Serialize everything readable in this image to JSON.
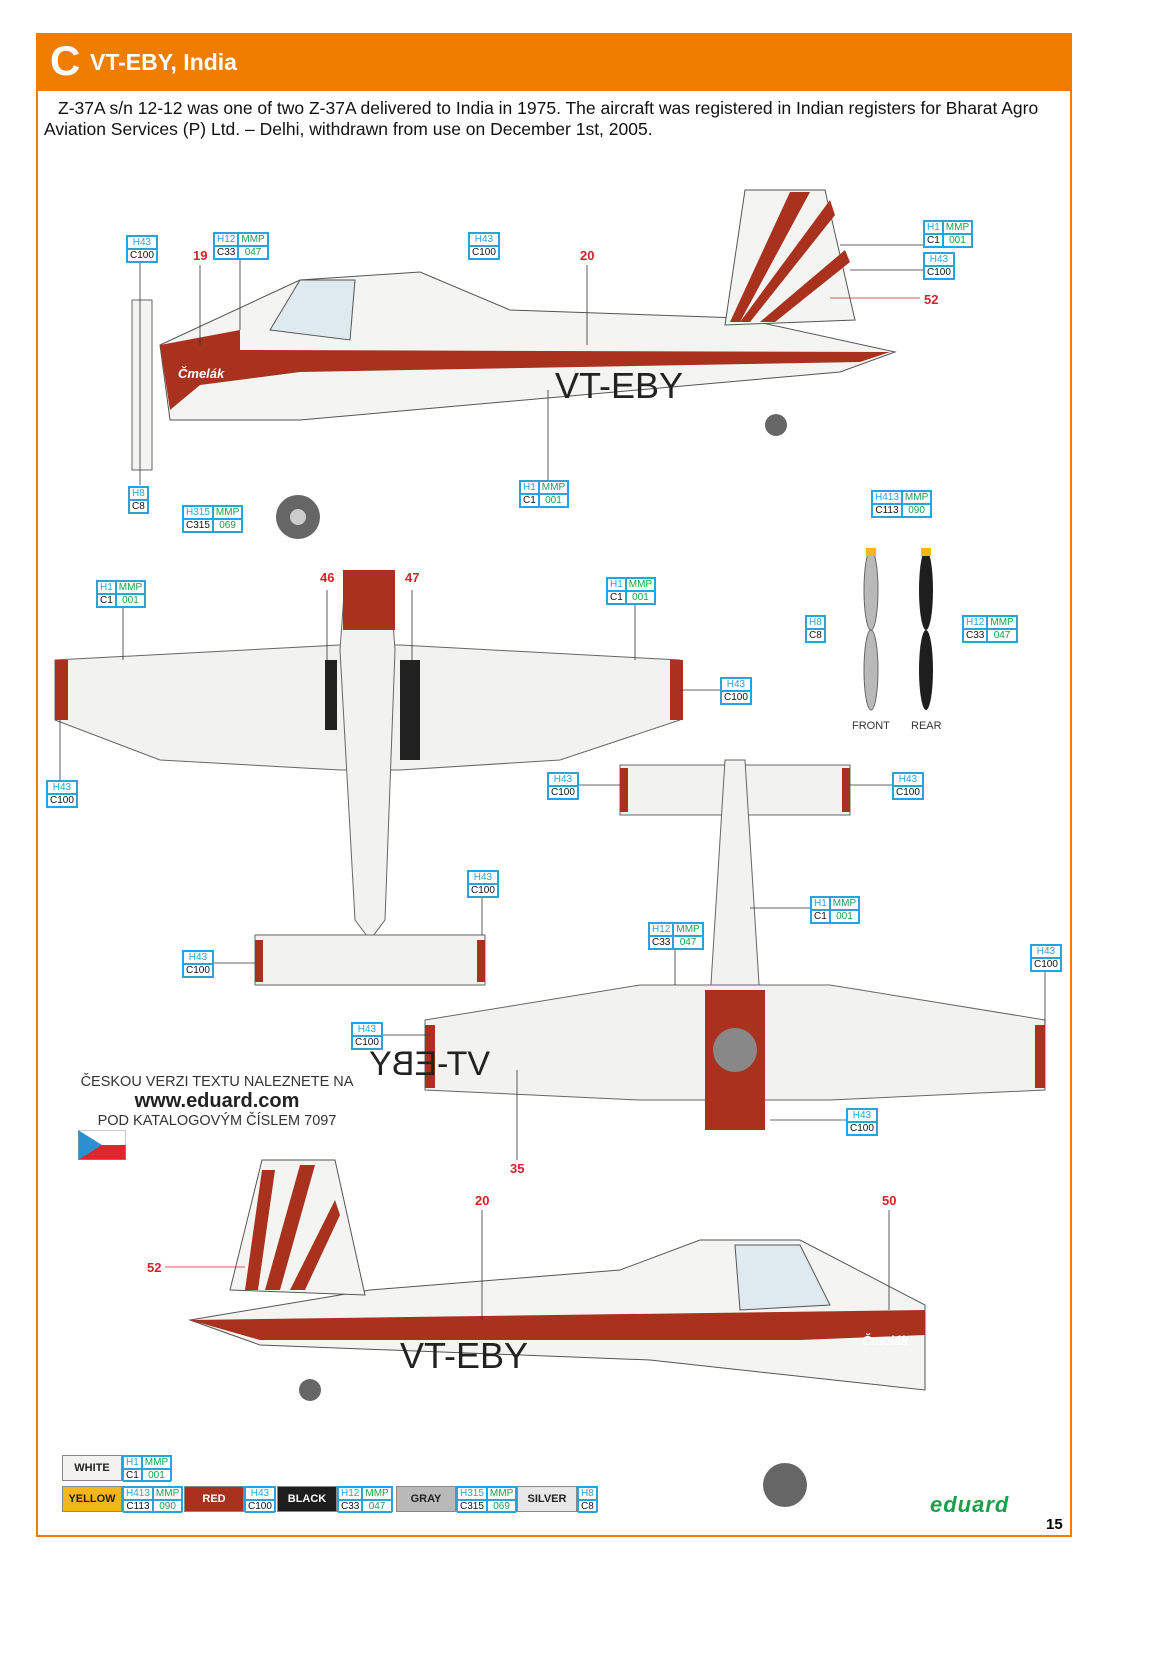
{
  "header": {
    "letter": "C",
    "title": "VT-EBY, India"
  },
  "description": "Z-37A s/n 12-12 was one of two Z-37A delivered to India in 1975. The aircraft was registered in Indian registers for Bharat Agro Aviation Services (P) Ltd. – Delhi, withdrawn from use on December 1st, 2005.",
  "registration": "VT-EBY",
  "registration_mirrored": "VT-EBY",
  "nose_script": "Čmelák",
  "callouts": [
    {
      "h": "H43",
      "c": "C100"
    },
    {
      "h": "H12",
      "m": "MMP",
      "c": "C33",
      "n": "047"
    },
    {
      "h": "H43",
      "c": "C100"
    },
    {
      "h": "H1",
      "m": "MMP",
      "c": "C1",
      "n": "001"
    },
    {
      "h": "H43",
      "c": "C100"
    },
    {
      "h": "H8",
      "c": "C8"
    },
    {
      "h": "H315",
      "m": "MMP",
      "c": "C315",
      "n": "069"
    },
    {
      "h": "H1",
      "m": "MMP",
      "c": "C1",
      "n": "001"
    },
    {
      "h": "H413",
      "m": "MMP",
      "c": "C113",
      "n": "090"
    },
    {
      "h": "H8",
      "c": "C8"
    },
    {
      "h": "H12",
      "m": "MMP",
      "c": "C33",
      "n": "047"
    },
    {
      "h": "H1",
      "m": "MMP",
      "c": "C1",
      "n": "001"
    },
    {
      "h": "H1",
      "m": "MMP",
      "c": "C1",
      "n": "001"
    },
    {
      "h": "H43",
      "c": "C100"
    },
    {
      "h": "H43",
      "c": "C100"
    },
    {
      "h": "H43",
      "c": "C100"
    },
    {
      "h": "H43",
      "c": "C100"
    },
    {
      "h": "H43",
      "c": "C100"
    },
    {
      "h": "H43",
      "c": "C100"
    },
    {
      "h": "H1",
      "m": "MMP",
      "c": "C1",
      "n": "001"
    },
    {
      "h": "H12",
      "m": "MMP",
      "c": "C33",
      "n": "047"
    },
    {
      "h": "H43",
      "c": "C100"
    },
    {
      "h": "H43",
      "c": "C100"
    },
    {
      "h": "H43",
      "c": "C100"
    }
  ],
  "numbers": [
    "19",
    "20",
    "52",
    "46",
    "47",
    "35",
    "20",
    "50",
    "52"
  ],
  "propeller_labels": {
    "front": "FRONT",
    "rear": "REAR"
  },
  "czech_note": {
    "line1": "ČESKOU VERZI TEXTU NALEZNETE NA",
    "line2": "www.eduard.com",
    "line3": "POD KATALOGOVÝM ČÍSLEM 7097"
  },
  "swatches": [
    {
      "name": "WHITE",
      "color": "#f2f2f0",
      "h": "H1",
      "m": "MMP",
      "c": "C1",
      "n": "001"
    },
    {
      "name": "YELLOW",
      "color": "#f5b51c",
      "h": "H413",
      "m": "MMP",
      "c": "C113",
      "n": "090"
    },
    {
      "name": "RED",
      "color": "#a8321e",
      "h": "H43",
      "c": "C100"
    },
    {
      "name": "BLACK",
      "color": "#1e1e1e",
      "h": "H12",
      "m": "MMP",
      "c": "C33",
      "n": "047"
    },
    {
      "name": "GRAY",
      "color": "#b9b9b9",
      "h": "H315",
      "m": "MMP",
      "c": "C315",
      "n": "069"
    },
    {
      "name": "SILVER",
      "color": "#e8e8e8",
      "h": "H8",
      "c": "C8"
    }
  ],
  "logo": "eduard",
  "page_number": "15"
}
